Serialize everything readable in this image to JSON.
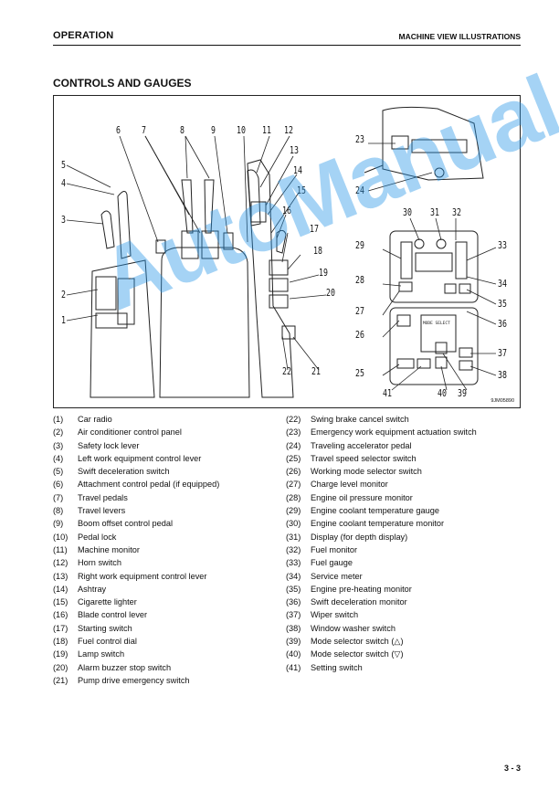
{
  "header": {
    "section": "OPERATION",
    "chapter": "MACHINE VIEW ILLUSTRATIONS"
  },
  "title": "CONTROLS AND GAUGES",
  "figure": {
    "code": "9JM05890",
    "callouts": [
      "1",
      "2",
      "3",
      "4",
      "5",
      "6",
      "7",
      "8",
      "9",
      "10",
      "11",
      "12",
      "13",
      "14",
      "15",
      "16",
      "17",
      "18",
      "19",
      "20",
      "21",
      "22",
      "23",
      "24",
      "25",
      "26",
      "27",
      "28",
      "29",
      "30",
      "31",
      "32",
      "33",
      "34",
      "35",
      "36",
      "37",
      "38",
      "39",
      "40",
      "41"
    ],
    "panel_text": "MODE SELECT"
  },
  "items_left": [
    {
      "num": "(1)",
      "label": "Car radio"
    },
    {
      "num": "(2)",
      "label": "Air conditioner control panel"
    },
    {
      "num": "(3)",
      "label": "Safety lock lever"
    },
    {
      "num": "(4)",
      "label": "Left work equipment control lever"
    },
    {
      "num": "(5)",
      "label": "Swift deceleration switch"
    },
    {
      "num": "(6)",
      "label": "Attachment control pedal (if equipped)"
    },
    {
      "num": "(7)",
      "label": "Travel pedals"
    },
    {
      "num": "(8)",
      "label": "Travel levers"
    },
    {
      "num": "(9)",
      "label": "Boom offset control pedal"
    },
    {
      "num": "(10)",
      "label": "Pedal lock"
    },
    {
      "num": "(11)",
      "label": "Machine monitor"
    },
    {
      "num": "(12)",
      "label": "Horn switch"
    },
    {
      "num": "(13)",
      "label": "Right work equipment control lever"
    },
    {
      "num": "(14)",
      "label": "Ashtray"
    },
    {
      "num": "(15)",
      "label": "Cigarette lighter"
    },
    {
      "num": "(16)",
      "label": "Blade control lever"
    },
    {
      "num": "(17)",
      "label": "Starting switch"
    },
    {
      "num": "(18)",
      "label": "Fuel control dial"
    },
    {
      "num": "(19)",
      "label": "Lamp switch"
    },
    {
      "num": "(20)",
      "label": "Alarm buzzer stop switch"
    },
    {
      "num": "(21)",
      "label": "Pump drive emergency switch"
    }
  ],
  "items_right": [
    {
      "num": "(22)",
      "label": "Swing brake cancel switch"
    },
    {
      "num": "(23)",
      "label": "Emergency work equipment actuation switch"
    },
    {
      "num": "(24)",
      "label": "Traveling accelerator pedal"
    },
    {
      "num": "(25)",
      "label": "Travel speed selector switch"
    },
    {
      "num": "(26)",
      "label": "Working mode selector switch"
    },
    {
      "num": "(27)",
      "label": "Charge level monitor"
    },
    {
      "num": "(28)",
      "label": "Engine oil pressure monitor"
    },
    {
      "num": "(29)",
      "label": "Engine coolant temperature gauge"
    },
    {
      "num": "(30)",
      "label": "Engine coolant temperature monitor"
    },
    {
      "num": "(31)",
      "label": "Display (for depth display)"
    },
    {
      "num": "(32)",
      "label": "Fuel monitor"
    },
    {
      "num": "(33)",
      "label": "Fuel gauge"
    },
    {
      "num": "(34)",
      "label": "Service meter"
    },
    {
      "num": "(35)",
      "label": "Engine pre-heating monitor"
    },
    {
      "num": "(36)",
      "label": "Swift deceleration monitor"
    },
    {
      "num": "(37)",
      "label": "Wiper switch"
    },
    {
      "num": "(38)",
      "label": "Window washer switch"
    },
    {
      "num": "(39)",
      "label": "Mode selector switch (△)"
    },
    {
      "num": "(40)",
      "label": "Mode selector switch (▽)"
    },
    {
      "num": "(41)",
      "label": "Setting switch"
    }
  ],
  "footer": {
    "page": "3 - 3"
  },
  "watermark": "AutoManual"
}
